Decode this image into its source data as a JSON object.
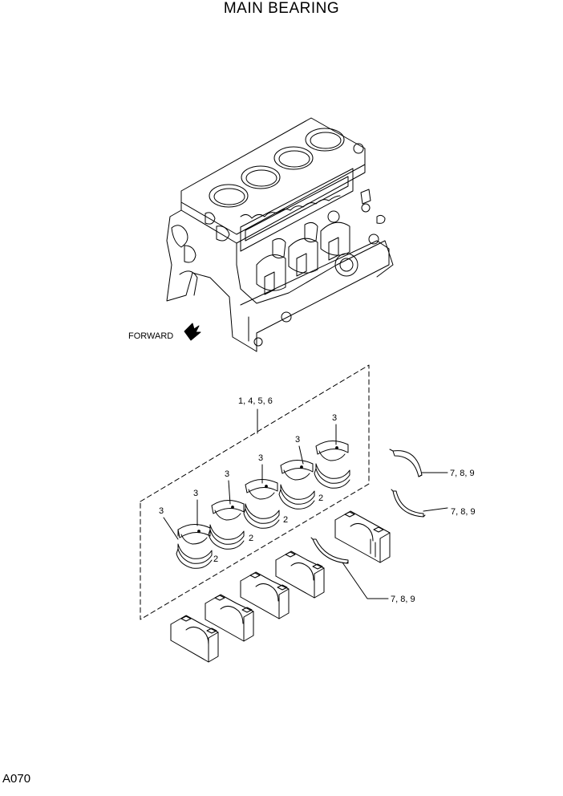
{
  "title": "MAIN BEARING",
  "page_id": "A070",
  "labels": {
    "forward": "FORWARD",
    "upper_group": "1, 4, 5, 6",
    "thrust_a": "7, 8, 9",
    "thrust_b": "7, 8, 9",
    "thrust_c": "7, 8, 9",
    "upper_shell": "3",
    "lower_shell": "2"
  }
}
